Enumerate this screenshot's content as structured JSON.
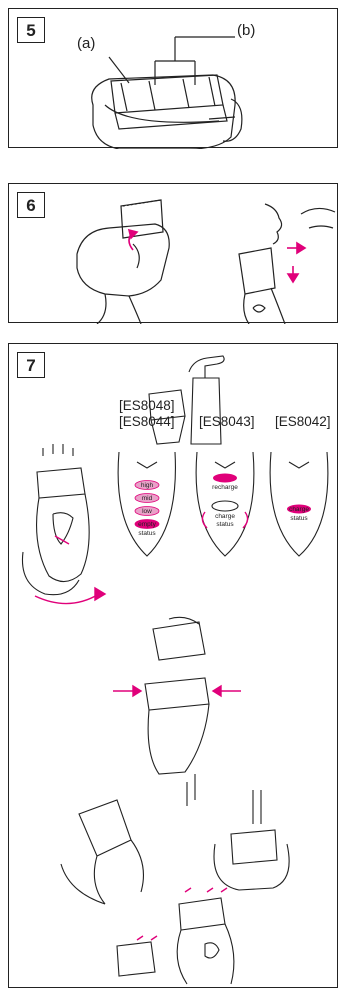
{
  "steps": {
    "s5": {
      "number": "5",
      "label_a": "(a)",
      "label_b": "(b)"
    },
    "s6": {
      "number": "6"
    },
    "s7": {
      "number": "7",
      "models": [
        "[ES8048]",
        "[ES8044]",
        "[ES8043]",
        "[ES8042]"
      ],
      "indicator1": [
        "high",
        "mid",
        "low",
        "empty",
        "status"
      ],
      "indicator2": [
        "recharge",
        "charge",
        "status"
      ],
      "indicator3": [
        "charge",
        "status"
      ]
    }
  },
  "colors": {
    "accent": "#e0007a",
    "line": "#222222"
  }
}
